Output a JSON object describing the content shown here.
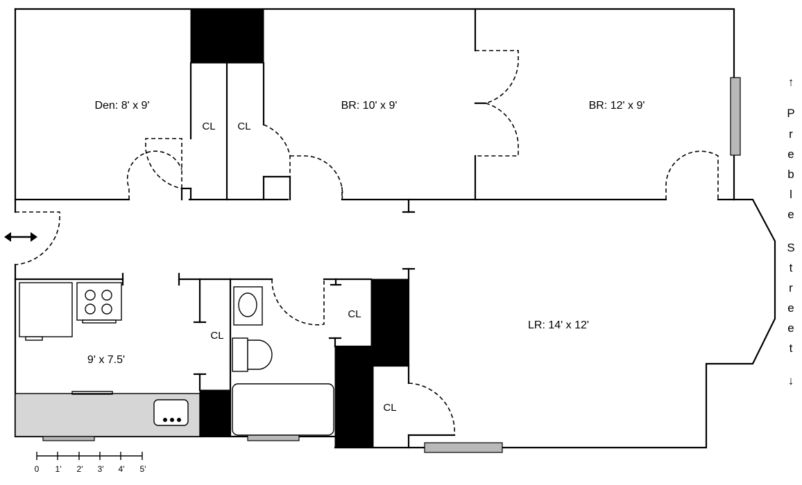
{
  "rooms": {
    "den": "Den: 8' x 9'",
    "bedroom_1": "BR: 10' x 9'",
    "bedroom_2": "BR: 12' x 9'",
    "living_room": "LR: 14' x 12'",
    "kitchen": "9' x 7.5'",
    "closet": "CL"
  },
  "scale_bar": {
    "ticks": [
      "0",
      "1'",
      "2'",
      "3'",
      "4'",
      "5'"
    ]
  },
  "street": {
    "arrow_up": "↑",
    "letters": [
      "P",
      "r",
      "e",
      "b",
      "l",
      "e",
      "S",
      "t",
      "r",
      "e",
      "e",
      "t"
    ],
    "arrow_down": "↓"
  },
  "entry_arrow": "↔"
}
